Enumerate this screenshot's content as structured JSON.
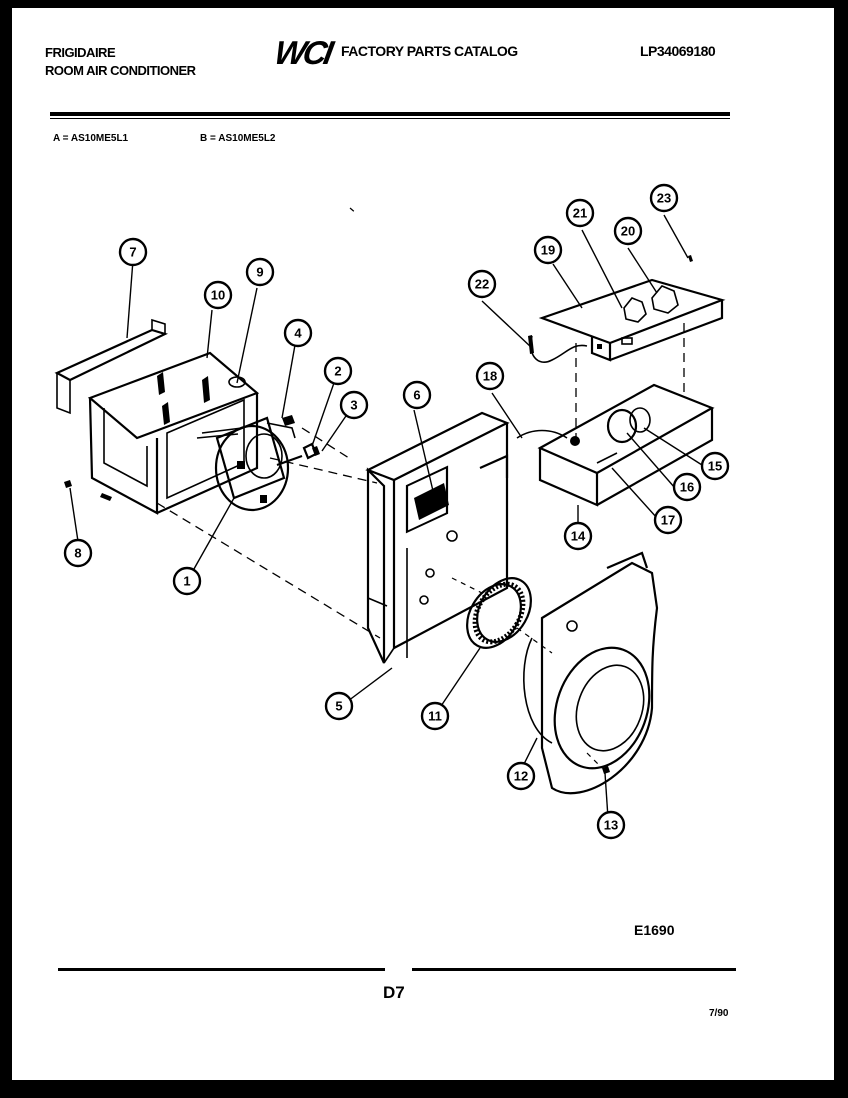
{
  "header": {
    "brand_line1": "FRIGIDAIRE",
    "brand_line2": "ROOM AIR CONDITIONER",
    "logo_text": "WCI",
    "catalog_title": "FACTORY PARTS CATALOG",
    "document_number": "LP34069180"
  },
  "models": {
    "a": "A = AS10ME5L1",
    "b": "B = AS10ME5L2"
  },
  "diagram": {
    "callouts": [
      "1",
      "2",
      "3",
      "4",
      "5",
      "6",
      "7",
      "8",
      "9",
      "10",
      "11",
      "12",
      "13",
      "14",
      "15",
      "16",
      "17",
      "18",
      "19",
      "20",
      "21",
      "22",
      "23"
    ]
  },
  "footer": {
    "figure_id": "E1690",
    "page_number": "D7",
    "date": "7/90"
  }
}
